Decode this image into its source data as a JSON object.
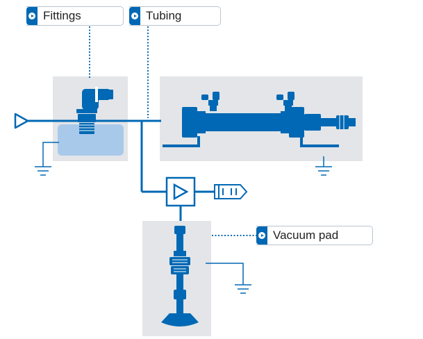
{
  "callouts": {
    "fittings": "Fittings",
    "tubing": "Tubing",
    "vacuum_pad": "Vacuum pad"
  },
  "colors": {
    "line_blue": "#0068b4",
    "panel_gray": "#e3e5e8",
    "liquid_blue": "#a9c9ea",
    "ground_line": "#0068b4"
  },
  "icons": [
    "arrow-right-icon",
    "fitting-elbow-icon",
    "cylinder-icon",
    "ejector-icon",
    "silencer-icon",
    "vacuum-pad-icon",
    "ground-icon"
  ]
}
